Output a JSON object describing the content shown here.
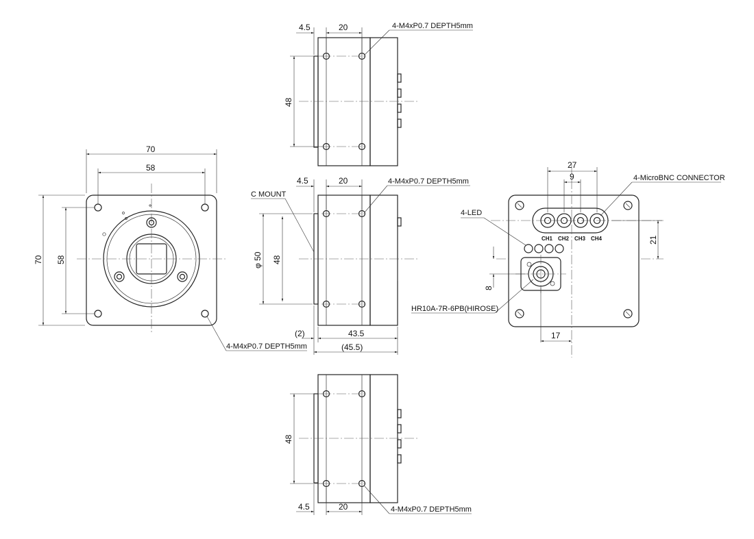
{
  "colors": {
    "line": "#222222",
    "background": "#ffffff"
  },
  "top_view": {
    "dim_offset": "4.5",
    "dim_width": "20",
    "dim_height": "48",
    "tap_note": "4-M4xP0.7 DEPTH5mm"
  },
  "front_view": {
    "dim_outer": "70",
    "dim_holes": "58",
    "dim_outer_v": "70",
    "dim_holes_v": "58",
    "tap_note": "4-M4xP0.7 DEPTH5mm"
  },
  "side_view": {
    "dim_offset": "4.5",
    "dim_width": "20",
    "tap_note": "4-M4xP0.7 DEPTH5mm",
    "mount_label": "C MOUNT",
    "dim_diameter": "φ 50",
    "dim_height": "48",
    "dim_flange": "(2)",
    "dim_body": "43.5",
    "dim_total": "(45.5)"
  },
  "back_view": {
    "dim_span": "27",
    "dim_pitch": "9",
    "bnc_label": "4-MicroBNC CONNECTOR",
    "led_label": "4-LED",
    "channels": [
      "CH1",
      "CH2",
      "CH3",
      "CH4"
    ],
    "dim_21": "21",
    "dim_8": "8",
    "dim_17": "17",
    "connector_label": "HR10A-7R-6PB(HIROSE)"
  },
  "bottom_view": {
    "dim_height": "48",
    "dim_offset": "4.5",
    "dim_width": "20",
    "tap_note": "4-M4xP0.7 DEPTH5mm"
  }
}
